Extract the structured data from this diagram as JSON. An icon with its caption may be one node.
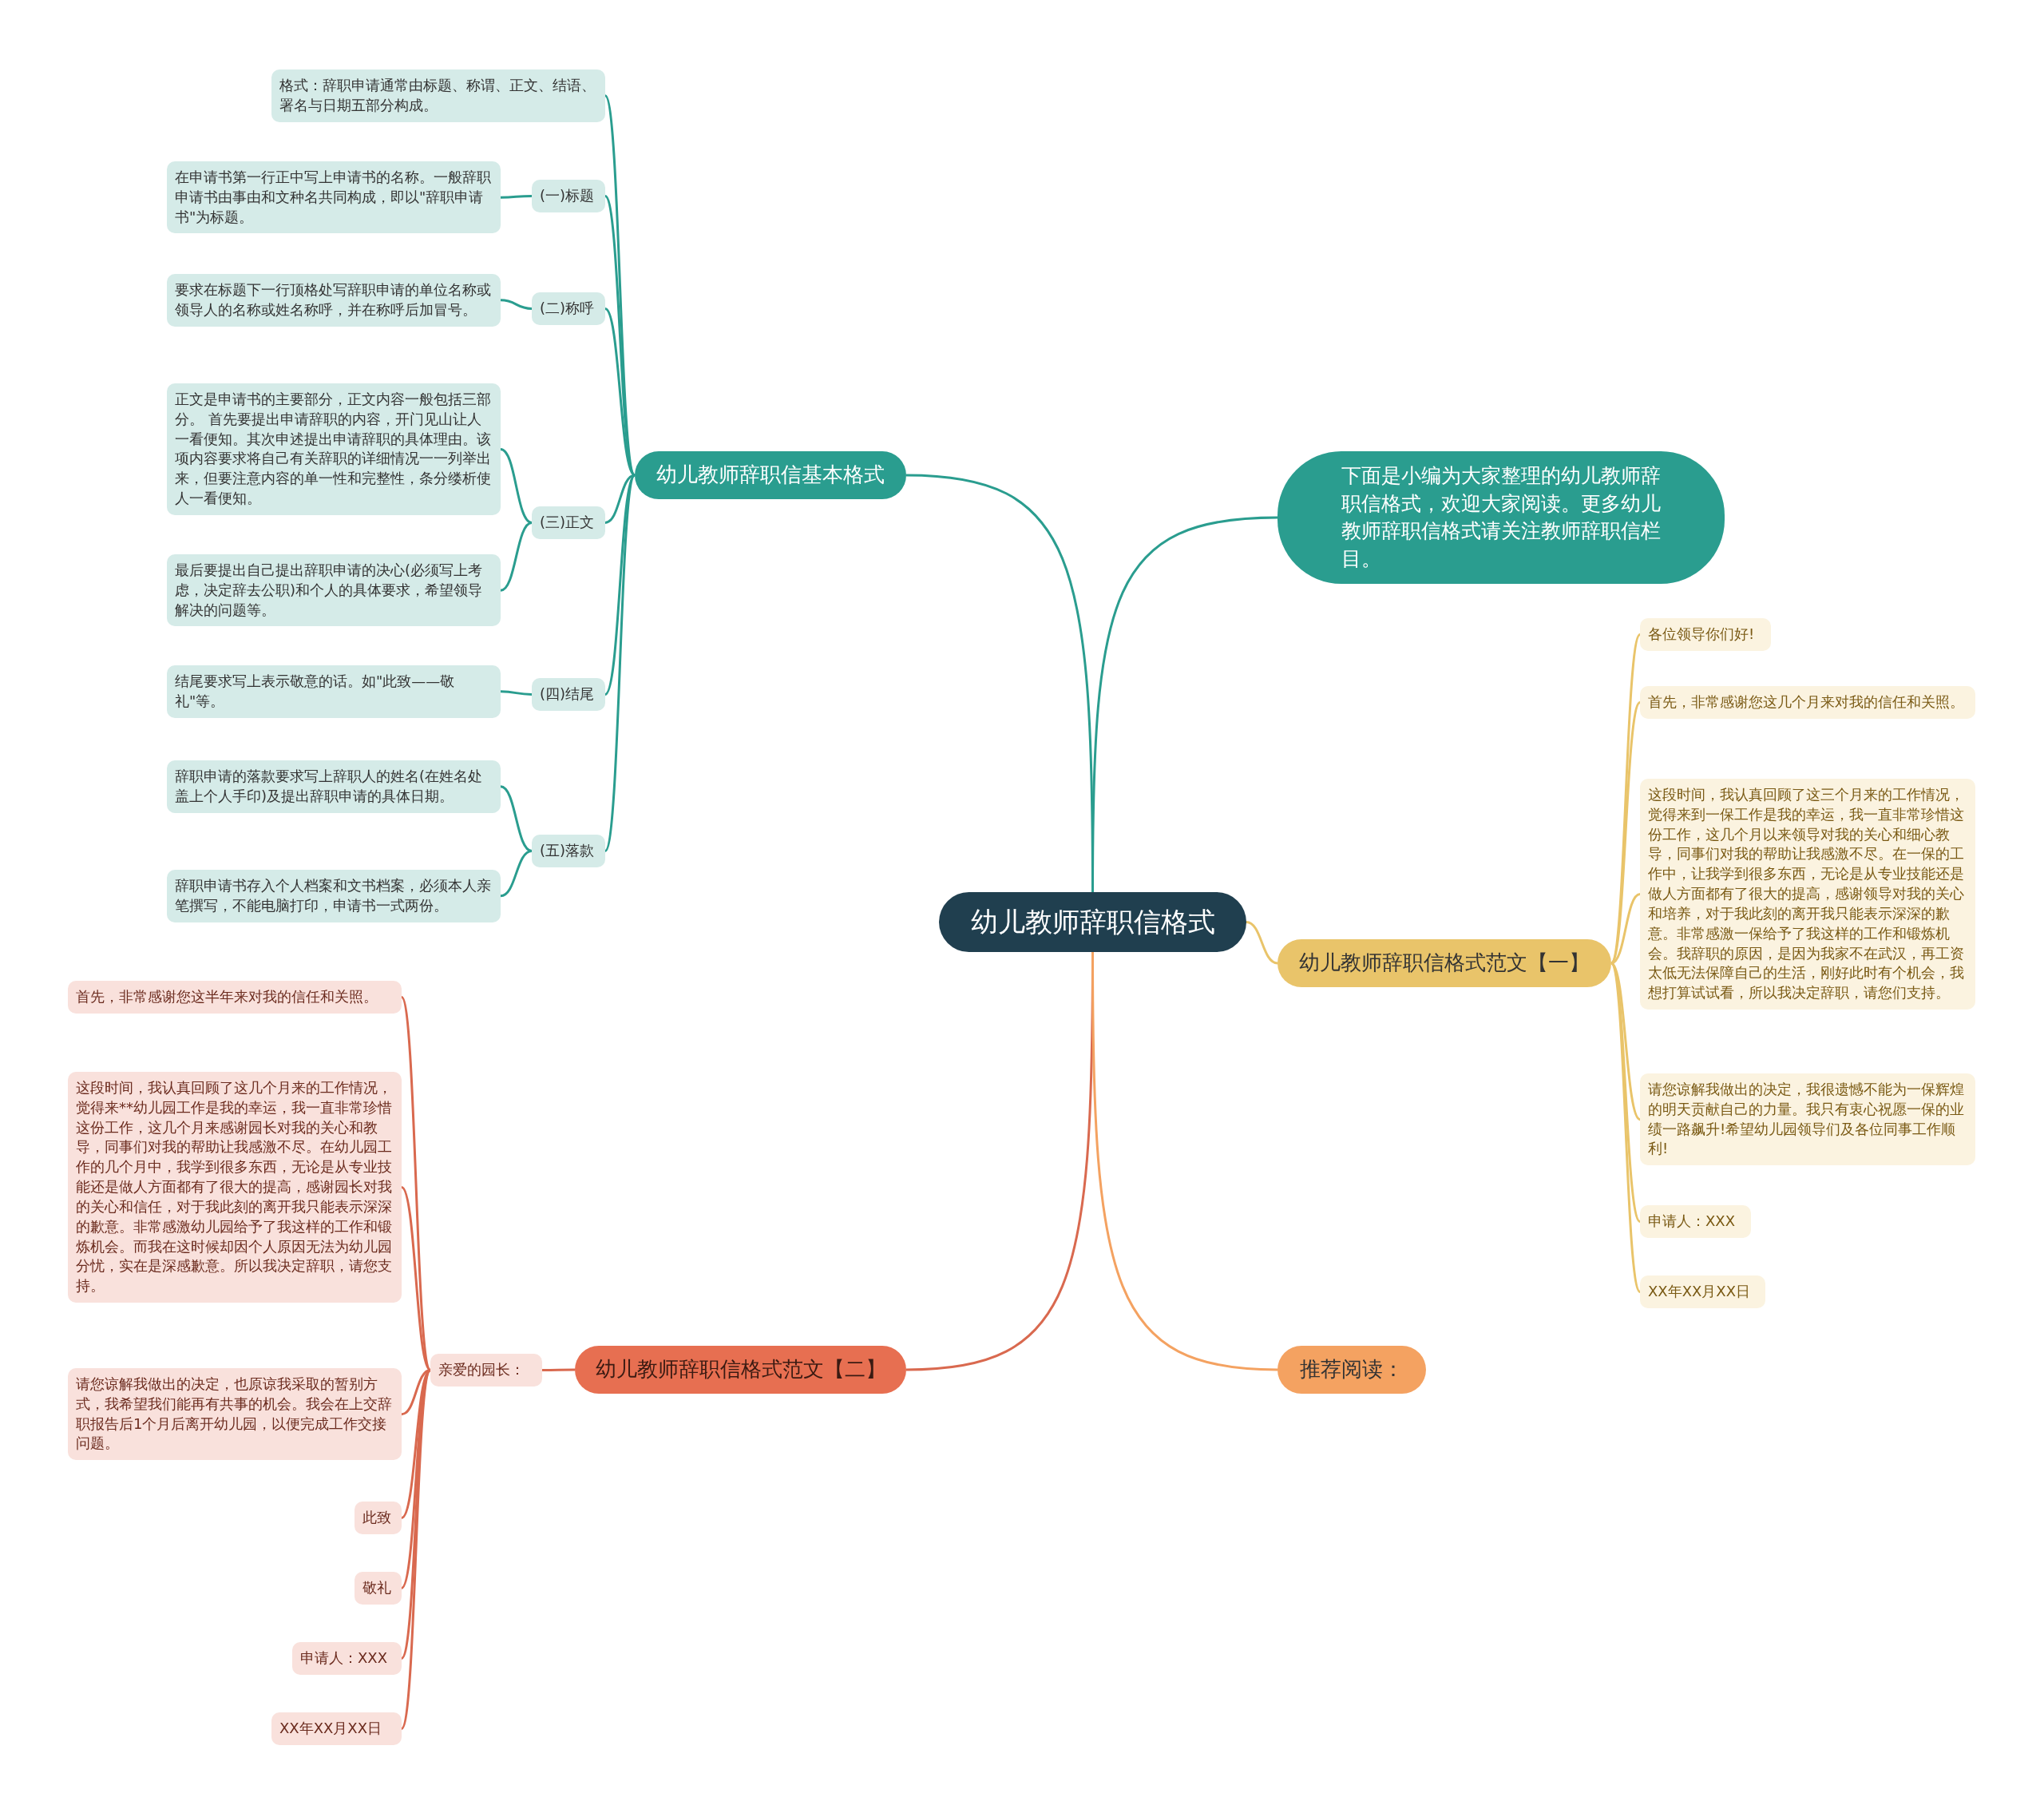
{
  "diagram": {
    "nodes": [
      {
        "text": [
          "幼儿教师辞职信格式"
        ]
      },
      {
        "text": [
          "幼儿教师辞职信基本格式"
        ]
      },
      {
        "text": [
          "格式：辞职申请通常由标题、称谓、正文、结语、署名与日期五部分构成。"
        ]
      },
      {
        "text": [
          "(一)标题"
        ]
      },
      {
        "text": [
          "在申请书第一行正中写上申请书的名称。一般辞职申请书由事由和文种名共同构成，即以\"辞职申请书\"为标题。"
        ]
      },
      {
        "text": [
          "(二)称呼"
        ]
      },
      {
        "text": [
          "要求在标题下一行顶格处写辞职申请的单位名称或领导人的名称或姓名称呼，并在称呼后加冒号。"
        ]
      },
      {
        "text": [
          "(三)正文"
        ]
      },
      {
        "text": [
          "正文是申请书的主要部分，正文内容一般包括三部分。 首先要提出申请辞职的内容，开门见山让人一看便知。其次申述提出申请辞职的具体理由。该项内容要求将自己有关辞职的详细情况一一列举出来，但要注意内容的单一性和完整性，条分缕析使人一看便知。"
        ]
      },
      {
        "text": [
          "最后要提出自己提出辞职申请的决心(必须写上考虑，决定辞去公职)和个人的具体要求，希望领导解决的问题等。"
        ]
      },
      {
        "text": [
          "(四)结尾"
        ]
      },
      {
        "text": [
          "结尾要求写上表示敬意的话。如\"此致——敬礼\"等。"
        ]
      },
      {
        "text": [
          "(五)落款"
        ]
      },
      {
        "text": [
          "辞职申请的落款要求写上辞职人的姓名(在姓名处盖上个人手印)及提出辞职申请的具体日期。"
        ]
      },
      {
        "text": [
          "辞职申请书存入个人档案和文书档案，必须本人亲笔撰写，不能电脑打印，申请书一式两份。"
        ]
      },
      {
        "text": [
          "下面是小编为大家整理的幼儿教师辞职信格式，欢迎大家阅读。更多幼儿教师辞职信格式请关注教师辞职信栏目。"
        ]
      },
      {
        "text": [
          "幼儿教师辞职信格式范文【一】"
        ]
      },
      {
        "text": [
          "各位领导你们好!"
        ]
      },
      {
        "text": [
          "首先，非常感谢您这几个月来对我的信任和关照。"
        ]
      },
      {
        "text": [
          "这段时间，我认真回顾了这三个月来的工作情况，觉得来到一保工作是我的幸运，我一直非常珍惜这份工作，这几个月以来领导对我的关心和细心教导，同事们对我的帮助让我感激不尽。在一保的工作中，让我学到很多东西，无论是从专业技能还是做人方面都有了很大的提高，感谢领导对我的关心和培养，对于我此刻的离开我只能表示深深的歉意。非常感激一保给予了我这样的工作和锻炼机会。我辞职的原因，是因为我家不在武汉，再工资太低无法保障自己的生活，刚好此时有个机会，我想打算试试看，所以我决定辞职，请您们支持。"
        ]
      },
      {
        "text": [
          "请您谅解我做出的决定，我很遗憾不能为一保辉煌的明天贡献自己的力量。我只有衷心祝愿一保的业绩一路飙升!希望幼儿园领导们及各位同事工作顺利!"
        ]
      },
      {
        "text": [
          "申请人：XXX"
        ]
      },
      {
        "text": [
          "XX年XX月XX日"
        ]
      },
      {
        "text": [
          "幼儿教师辞职信格式范文【二】"
        ]
      },
      {
        "text": [
          "亲爱的园长："
        ]
      },
      {
        "text": [
          "首先，非常感谢您这半年来对我的信任和关照。"
        ]
      },
      {
        "text": [
          "这段时间，我认真回顾了这几个月来的工作情况，觉得来**幼儿园工作是我的幸运，我一直非常珍惜这份工作，这几个月来感谢园长对我的关心和教导，同事们对我的帮助让我感激不尽。在幼儿园工作的几个月中，我学到很多东西，无论是从专业技能还是做人方面都有了很大的提高，感谢园长对我的关心和信任，对于我此刻的离开我只能表示深深的歉意。非常感激幼儿园给予了我这样的工作和锻炼机会。而我在这时候却因个人原因无法为幼儿园分忧，实在是深感歉意。所以我决定辞职，请您支持。"
        ]
      },
      {
        "text": [
          "请您谅解我做出的决定，也原谅我采取的暂别方式，我希望我们能再有共事的机会。我会在上交辞职报告后1个月后离开幼儿园，以便完成工作交接问题。"
        ]
      },
      {
        "text": [
          "此致"
        ]
      },
      {
        "text": [
          "敬礼"
        ]
      },
      {
        "text": [
          "申请人：XXX"
        ]
      },
      {
        "text": [
          "XX年XX月XX日"
        ]
      },
      {
        "text": [
          "推荐阅读："
        ]
      }
    ],
    "edges": [
      {
        "from": 0,
        "to": 1,
        "arrow": "none"
      },
      {
        "from": 0,
        "to": 15,
        "arrow": "none"
      },
      {
        "from": 0,
        "to": 16,
        "arrow": "none",
        "color": "#e9c46a"
      },
      {
        "from": 0,
        "to": 23,
        "arrow": "none",
        "color": "#d9694f"
      },
      {
        "from": 0,
        "to": 32,
        "arrow": "none",
        "color": "#f4a261"
      },
      {
        "from": 1,
        "to": 2,
        "arrow": "none"
      },
      {
        "from": 1,
        "to": 3,
        "arrow": "none"
      },
      {
        "from": 1,
        "to": 5,
        "arrow": "none"
      },
      {
        "from": 1,
        "to": 7,
        "arrow": "none"
      },
      {
        "from": 1,
        "to": 10,
        "arrow": "none"
      },
      {
        "from": 1,
        "to": 12,
        "arrow": "none"
      },
      {
        "from": 3,
        "to": 4,
        "arrow": "none"
      },
      {
        "from": 5,
        "to": 6,
        "arrow": "none"
      },
      {
        "from": 7,
        "to": 8,
        "arrow": "none"
      },
      {
        "from": 7,
        "to": 9,
        "arrow": "none"
      },
      {
        "from": 10,
        "to": 11,
        "arrow": "none"
      },
      {
        "from": 12,
        "to": 13,
        "arrow": "none"
      },
      {
        "from": 12,
        "to": 14,
        "arrow": "none"
      },
      {
        "from": 16,
        "to": 17,
        "arrow": "none",
        "color": "#e9c46a"
      },
      {
        "from": 16,
        "to": 18,
        "arrow": "none",
        "color": "#e9c46a"
      },
      {
        "from": 16,
        "to": 19,
        "arrow": "none",
        "color": "#e9c46a"
      },
      {
        "from": 16,
        "to": 20,
        "arrow": "none",
        "color": "#e9c46a"
      },
      {
        "from": 16,
        "to": 21,
        "arrow": "none",
        "color": "#e9c46a"
      },
      {
        "from": 16,
        "to": 22,
        "arrow": "none",
        "color": "#e9c46a"
      },
      {
        "from": 23,
        "to": 24,
        "arrow": "none",
        "color": "#d9694f"
      },
      {
        "from": 24,
        "to": 25,
        "arrow": "none",
        "color": "#d9694f"
      },
      {
        "from": 24,
        "to": 26,
        "arrow": "none",
        "color": "#d9694f"
      },
      {
        "from": 24,
        "to": 27,
        "arrow": "none",
        "color": "#d9694f"
      },
      {
        "from": 24,
        "to": 28,
        "arrow": "none",
        "color": "#d9694f"
      },
      {
        "from": 24,
        "to": 29,
        "arrow": "none",
        "color": "#d9694f"
      },
      {
        "from": 24,
        "to": 30,
        "arrow": "none",
        "color": "#d9694f"
      },
      {
        "from": 24,
        "to": 31,
        "arrow": "none",
        "color": "#d9694f"
      }
    ]
  }
}
